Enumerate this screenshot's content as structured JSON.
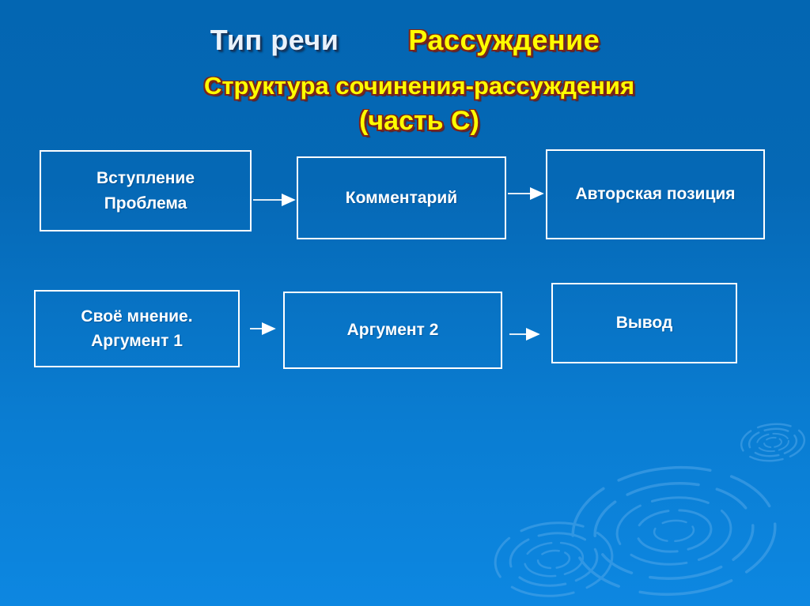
{
  "slide": {
    "title_left": "Тип речи",
    "title_right": "Рассуждение",
    "subtitle": "Структура сочинения-рассуждения",
    "subtitle2": "(часть С)"
  },
  "diagram": {
    "boxes": [
      {
        "name": "introduction-problem",
        "line1": "Вступление",
        "line2": "Проблема"
      },
      {
        "name": "comment",
        "line1": "Комментарий"
      },
      {
        "name": "author-position",
        "line1": "Авторская позиция"
      },
      {
        "name": "own-opinion-argument1",
        "line1": "Своё мнение.",
        "line2": "Аргумент 1"
      },
      {
        "name": "argument2",
        "line1": "Аргумент 2"
      },
      {
        "name": "conclusion",
        "line1": "Вывод"
      }
    ],
    "flow_row1": [
      "Вступление Проблема",
      "Комментарий",
      "Авторская позиция"
    ],
    "flow_row2": [
      "Своё мнение. Аргумент 1",
      "Аргумент 2",
      "Вывод"
    ]
  },
  "colors": {
    "background_top": "#0366B2",
    "background_bottom": "#0D87E1",
    "title_white": "#EAF2FB",
    "title_white_shadow": "#16365E",
    "accent_yellow": "#FFFF00",
    "accent_yellow_outline": "#7D241A",
    "box_border": "#FFFFFF",
    "box_text": "#FFFFFF",
    "arrow": "#FFFFFF",
    "ripple": "#4FA6E9"
  }
}
